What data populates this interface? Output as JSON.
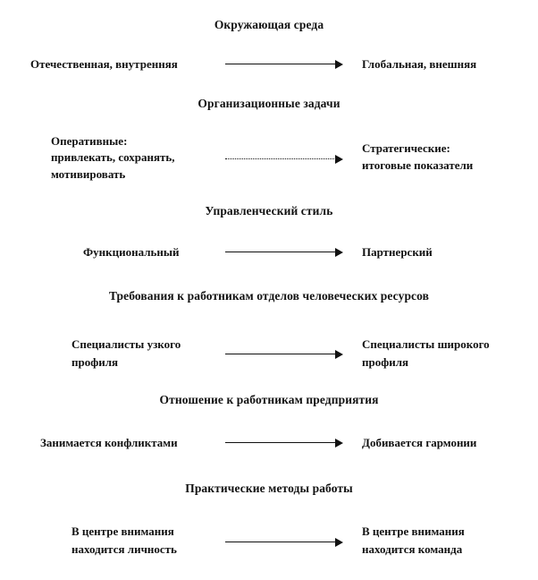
{
  "sections": [
    {
      "heading": "Окружающая  среда",
      "left": [
        "Отечественная, внутренняя"
      ],
      "right": [
        "Глобальная, внешняя"
      ]
    },
    {
      "heading": "Организационные  задачи",
      "left": [
        "Оперативные:",
        "привлекать, сохранять,",
        "мотивировать"
      ],
      "right": [
        "Стратегические:",
        "итоговые показатели"
      ]
    },
    {
      "heading": "Управленческий стиль",
      "left": [
        "Функциональный"
      ],
      "right": [
        "Партнерский"
      ]
    },
    {
      "heading": "Требования к работникам отделов человеческих ресурсов",
      "left": [
        "Специалисты узкого",
        "профиля"
      ],
      "right": [
        "Специалисты широкого",
        "профиля"
      ]
    },
    {
      "heading": "Отношение  к работникам предприятия",
      "left": [
        "Занимается конфликтами"
      ],
      "right": [
        "Добивается гармонии"
      ]
    },
    {
      "heading": "Практические  методы работы",
      "left": [
        "В центре внимания",
        "находится личность"
      ],
      "right": [
        "В центре внимания",
        "находится команда"
      ]
    }
  ]
}
